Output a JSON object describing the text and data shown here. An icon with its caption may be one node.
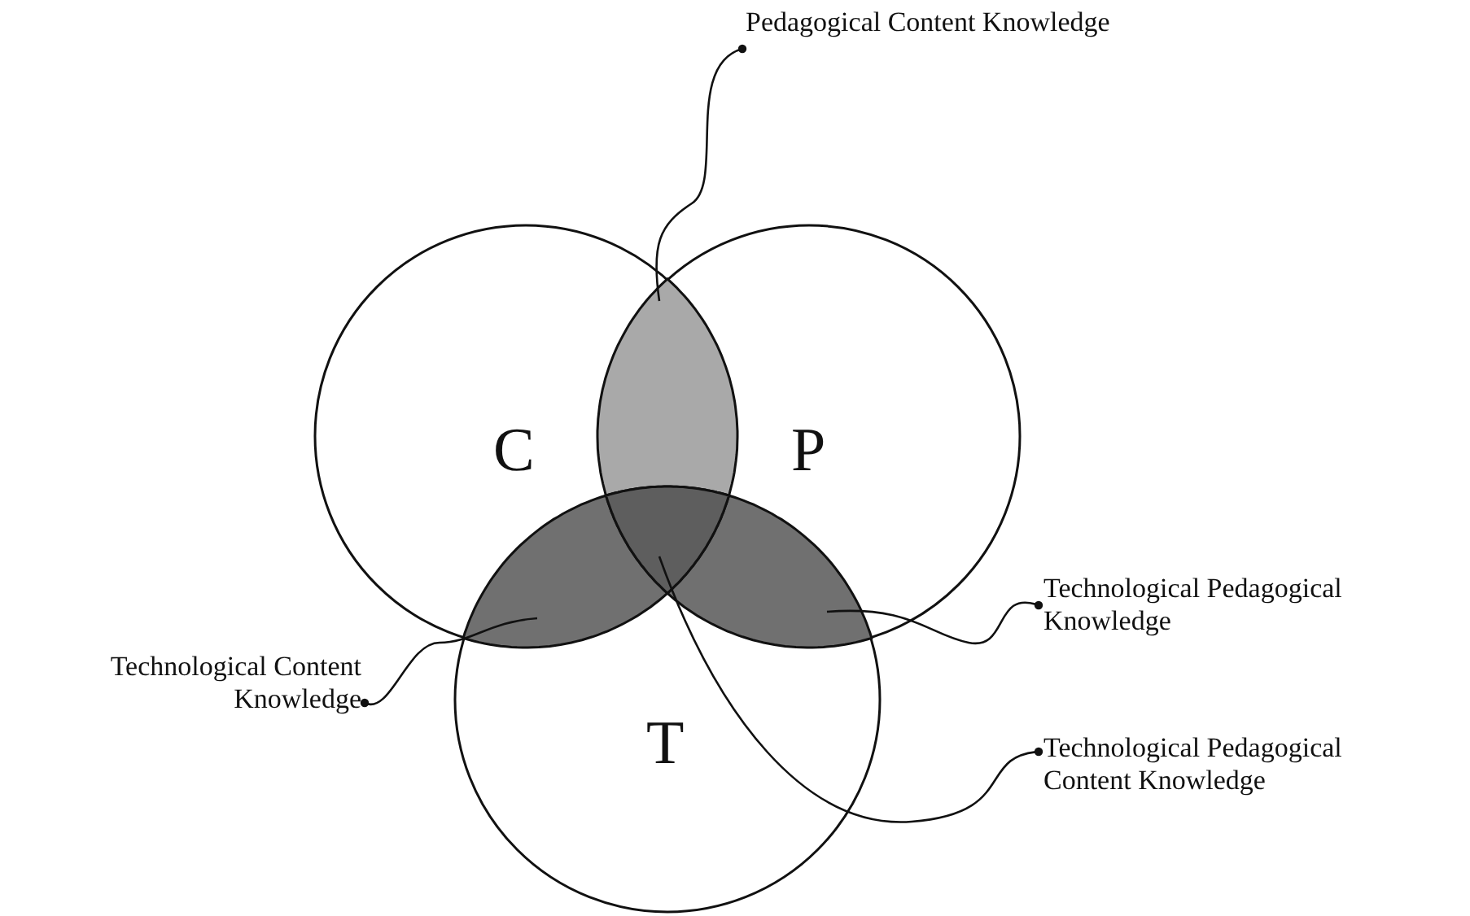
{
  "diagram": {
    "nodes": [
      {
        "text": [
          "C"
        ]
      },
      {
        "text": [
          "P"
        ]
      },
      {
        "text": [
          "T"
        ]
      },
      {
        "text": [],
        "shape": "lens"
      },
      {
        "text": [],
        "shape": "lens"
      },
      {
        "text": [],
        "shape": "lens"
      },
      {
        "text": [],
        "shape": "triangle"
      },
      {
        "text": [
          "Pedagogical Content Knowledge"
        ]
      },
      {
        "text": [
          "Technological Pedagogical Knowledge"
        ]
      },
      {
        "text": [
          "Technological Content Knowledge"
        ]
      },
      {
        "text": [
          "Technological Pedagogical Content Knowledge"
        ]
      }
    ],
    "edges": [
      {
        "from": 7,
        "to": 3,
        "arrow": "other"
      },
      {
        "from": 9,
        "to": 4,
        "arrow": "other"
      },
      {
        "from": 8,
        "to": 5,
        "arrow": "other"
      },
      {
        "from": 10,
        "to": 6,
        "arrow": "other"
      }
    ]
  }
}
